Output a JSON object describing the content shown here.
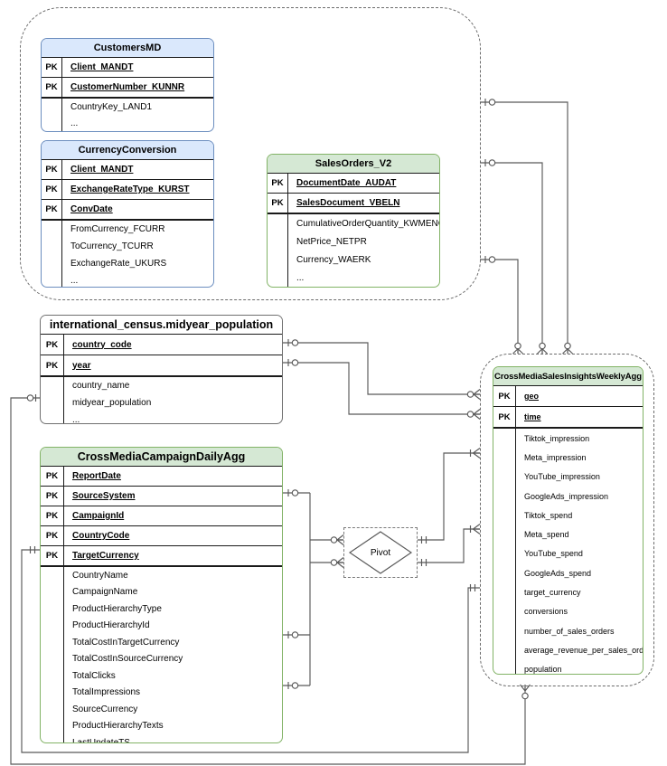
{
  "diagram": {
    "pivot_label": "Pivot",
    "labels": {
      "pk": "PK"
    },
    "colors": {
      "blue_header": "#dae8fc",
      "blue_border": "#6c8ebf",
      "green_header": "#d5e8d4",
      "green_border": "#82b366",
      "plain_border": "#707070",
      "connector": "#595959"
    },
    "tables": [
      {
        "id": "customers_md",
        "title": "CustomersMD",
        "pk": [
          "Client_MANDT",
          "CustomerNumber_KUNNR"
        ],
        "fields": [
          "CountryKey_LAND1",
          "..."
        ]
      },
      {
        "id": "currency_conversion",
        "title": "CurrencyConversion",
        "pk": [
          "Client_MANDT",
          "ExchangeRateType_KURST",
          "ConvDate"
        ],
        "fields": [
          "FromCurrency_FCURR",
          "ToCurrency_TCURR",
          "ExchangeRate_UKURS",
          "..."
        ]
      },
      {
        "id": "sales_orders_v2",
        "title": "SalesOrders_V2",
        "pk": [
          "DocumentDate_AUDAT",
          "SalesDocument_VBELN"
        ],
        "fields": [
          "CumulativeOrderQuantity_KWMENG",
          "NetPrice_NETPR",
          "Currency_WAERK",
          "..."
        ]
      },
      {
        "id": "census_population",
        "title": "international_census.midyear_population",
        "pk": [
          "country_code",
          "year"
        ],
        "fields": [
          "country_name",
          "midyear_population",
          "..."
        ]
      },
      {
        "id": "campaign_daily_agg",
        "title": "CrossMediaCampaignDailyAgg",
        "pk": [
          "ReportDate",
          "SourceSystem",
          "CampaignId",
          "CountryCode",
          "TargetCurrency"
        ],
        "fields": [
          "CountryName",
          "CampaignName",
          "ProductHierarchyType",
          "ProductHierarchyId",
          "TotalCostInTargetCurrency",
          "TotalCostInSourceCurrency",
          "TotalClicks",
          "TotalImpressions",
          "SourceCurrency",
          "ProductHierarchyTexts",
          "LastUpdateTS"
        ]
      },
      {
        "id": "weekly_insights_agg",
        "title": "CrossMediaSalesInsightsWeeklyAgg",
        "pk": [
          "geo",
          "time"
        ],
        "fields": [
          "Tiktok_impression",
          "Meta_impression",
          "YouTube_impression",
          "GoogleAds_impression",
          "Tiktok_spend",
          "Meta_spend",
          "YouTube_spend",
          "GoogleAds_spend",
          "target_currency",
          "conversions",
          "number_of_sales_orders",
          "average_revenue_per_sales_order",
          "population"
        ]
      }
    ]
  }
}
